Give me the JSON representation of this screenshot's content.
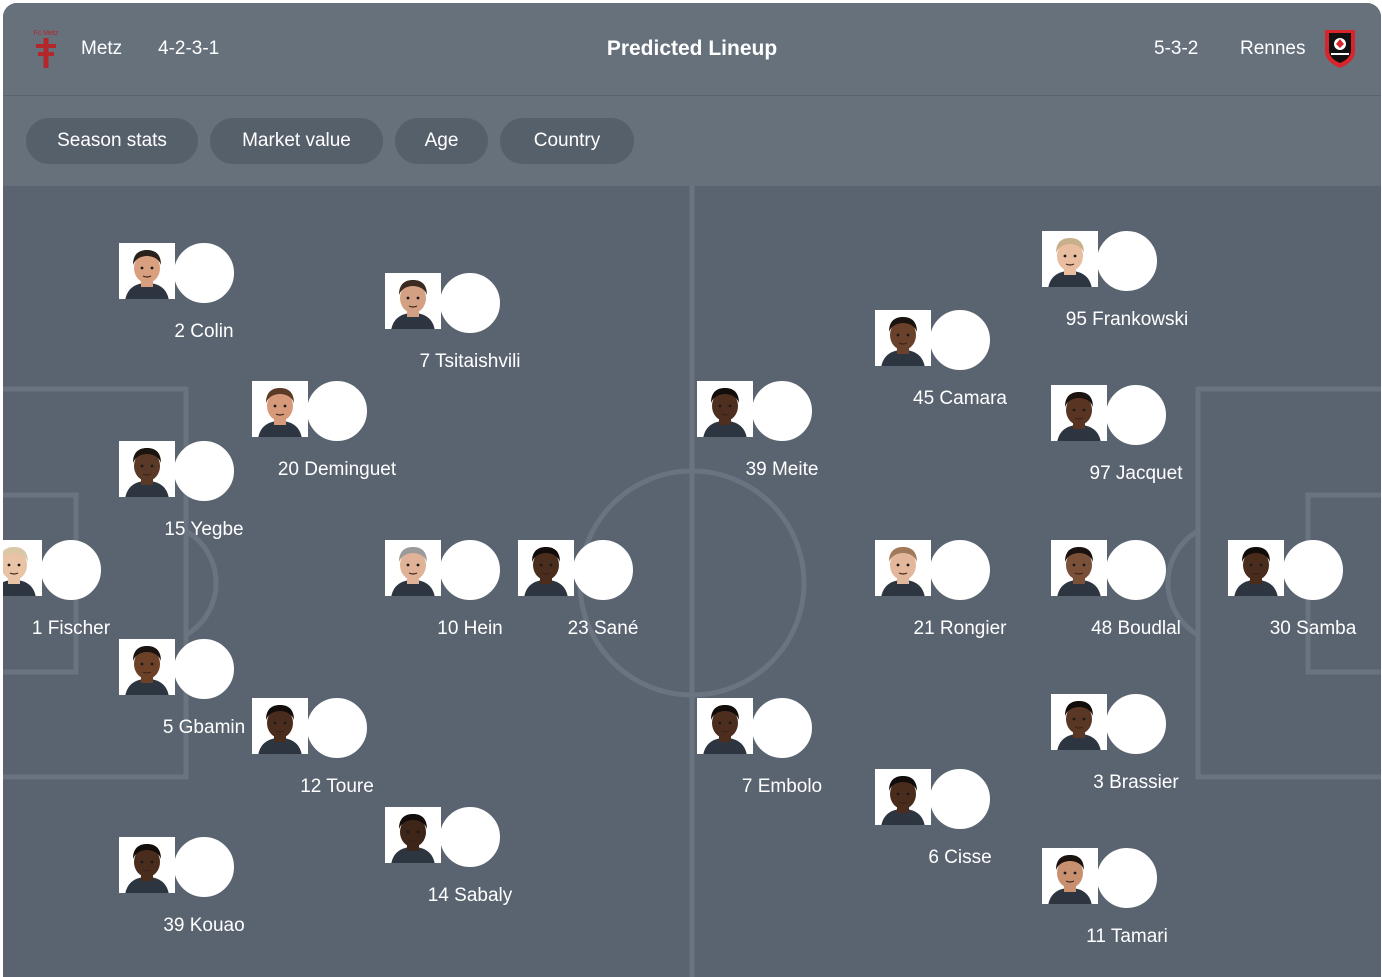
{
  "header": {
    "home": {
      "name": "Metz",
      "formation": "4-2-3-1",
      "logo_text": "Fc Metz",
      "logo_icon": "metz-cross-crest-icon"
    },
    "title": "Predicted Lineup",
    "away": {
      "name": "Rennes",
      "formation": "5-3-2",
      "logo_icon": "rennes-crest-icon"
    }
  },
  "tabs": [
    {
      "label": "Season stats"
    },
    {
      "label": "Market value"
    },
    {
      "label": "Age"
    },
    {
      "label": "Country"
    }
  ],
  "colors": {
    "header_bg": "#66717c",
    "pitch_bg": "#5a6470",
    "pill_bg": "#56606b",
    "line": "#6a7480"
  },
  "home_players": [
    {
      "label": "1 Fischer",
      "skin": "#e9c3a6",
      "hair": "#d9c7a6"
    },
    {
      "label": "2 Colin",
      "skin": "#d9a07f",
      "hair": "#2b211c"
    },
    {
      "label": "15 Yegbe",
      "skin": "#5a3a26",
      "hair": "#1b1410"
    },
    {
      "label": "5 Gbamin",
      "skin": "#6d4128",
      "hair": "#1b1410"
    },
    {
      "label": "39 Kouao",
      "skin": "#4a2c1d",
      "hair": "#120d0a"
    },
    {
      "label": "20 Deminguet",
      "skin": "#d69a7b",
      "hair": "#5b3b28"
    },
    {
      "label": "12 Toure",
      "skin": "#4a2c1c",
      "hair": "#120d0a"
    },
    {
      "label": "7 Tsitaishvili",
      "skin": "#d3a083",
      "hair": "#3a2a20"
    },
    {
      "label": "10 Hein",
      "skin": "#e0b398",
      "hair": "#9a9a9a"
    },
    {
      "label": "14 Sabaly",
      "skin": "#3d2518",
      "hair": "#120d0a"
    },
    {
      "label": "23 Sané",
      "skin": "#4a2d1d",
      "hair": "#120d0a"
    }
  ],
  "away_players": [
    {
      "label": "95 Frankowski",
      "skin": "#e8bda0",
      "hair": "#c7b08a"
    },
    {
      "label": "45 Camara",
      "skin": "#6a412a",
      "hair": "#1a1310"
    },
    {
      "label": "97 Jacquet",
      "skin": "#5a3422",
      "hair": "#1a1310"
    },
    {
      "label": "39 Meite",
      "skin": "#4e2f1f",
      "hair": "#120d0a"
    },
    {
      "label": "21 Rongier",
      "skin": "#e2b79b",
      "hair": "#a0795a"
    },
    {
      "label": "48 Boudlal",
      "skin": "#7a5038",
      "hair": "#1a1310"
    },
    {
      "label": "30 Samba",
      "skin": "#4a2c1c",
      "hair": "#120d0a"
    },
    {
      "label": "7 Embolo",
      "skin": "#4d2e1e",
      "hair": "#120d0a"
    },
    {
      "label": "3 Brassier",
      "skin": "#5a3624",
      "hair": "#120d0a"
    },
    {
      "label": "6 Cisse",
      "skin": "#4a2c1c",
      "hair": "#120d0a"
    },
    {
      "label": "11 Tamari",
      "skin": "#c99070",
      "hair": "#1a1310"
    }
  ]
}
